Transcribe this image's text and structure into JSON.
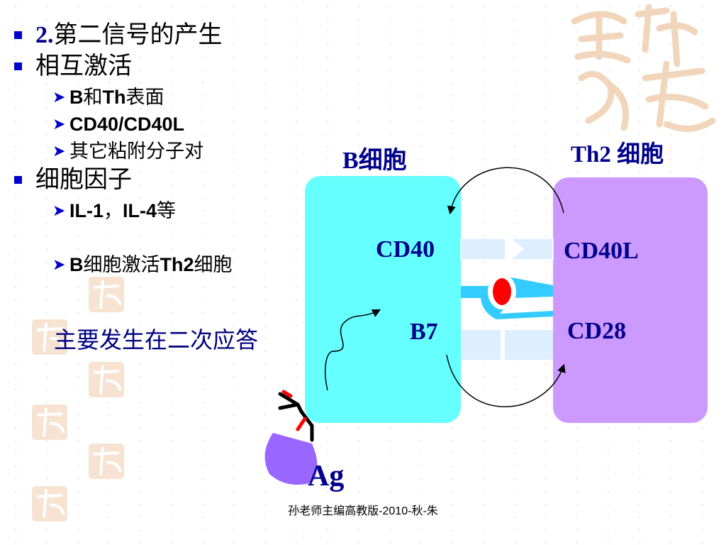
{
  "bullets": {
    "item1": {
      "number": "2.",
      "text": "第二信号的产生"
    },
    "item2": {
      "text": "相互激活"
    },
    "sub1": {
      "bold": "B",
      "mid": "和",
      "bold2": "Th",
      "rest": "表面"
    },
    "sub2": {
      "text": "CD40/CD40L"
    },
    "sub3": {
      "text": "其它粘附分子对"
    },
    "item3": {
      "text": "细胞因子"
    },
    "sub4": {
      "bold": "IL-1",
      "mid": "，",
      "bold2": "IL-4",
      "rest": "等"
    },
    "sub5": {
      "bold": "B",
      "mid": "细胞激活",
      "bold2": "Th2",
      "rest": "细胞"
    },
    "continuation": "主要发生在二次应答"
  },
  "diagram": {
    "b_cell_title": "B细胞",
    "th2_title": "Th2 细胞",
    "cd40": "CD40",
    "b7": "B7",
    "cd40l": "CD40L",
    "cd28": "CD28",
    "ag": "Ag"
  },
  "footer": "孙老师主编高教版-2010-秋-朱",
  "colors": {
    "bullet": "#0000cc",
    "label": "#00008b",
    "b_cell": "#66ffff",
    "th2_cell": "#cc99ff",
    "receptor_fill": "#ddeeff",
    "receptor_blue": "#33ccff",
    "red_node": "#ff0000",
    "antigen": "#9966ff"
  }
}
